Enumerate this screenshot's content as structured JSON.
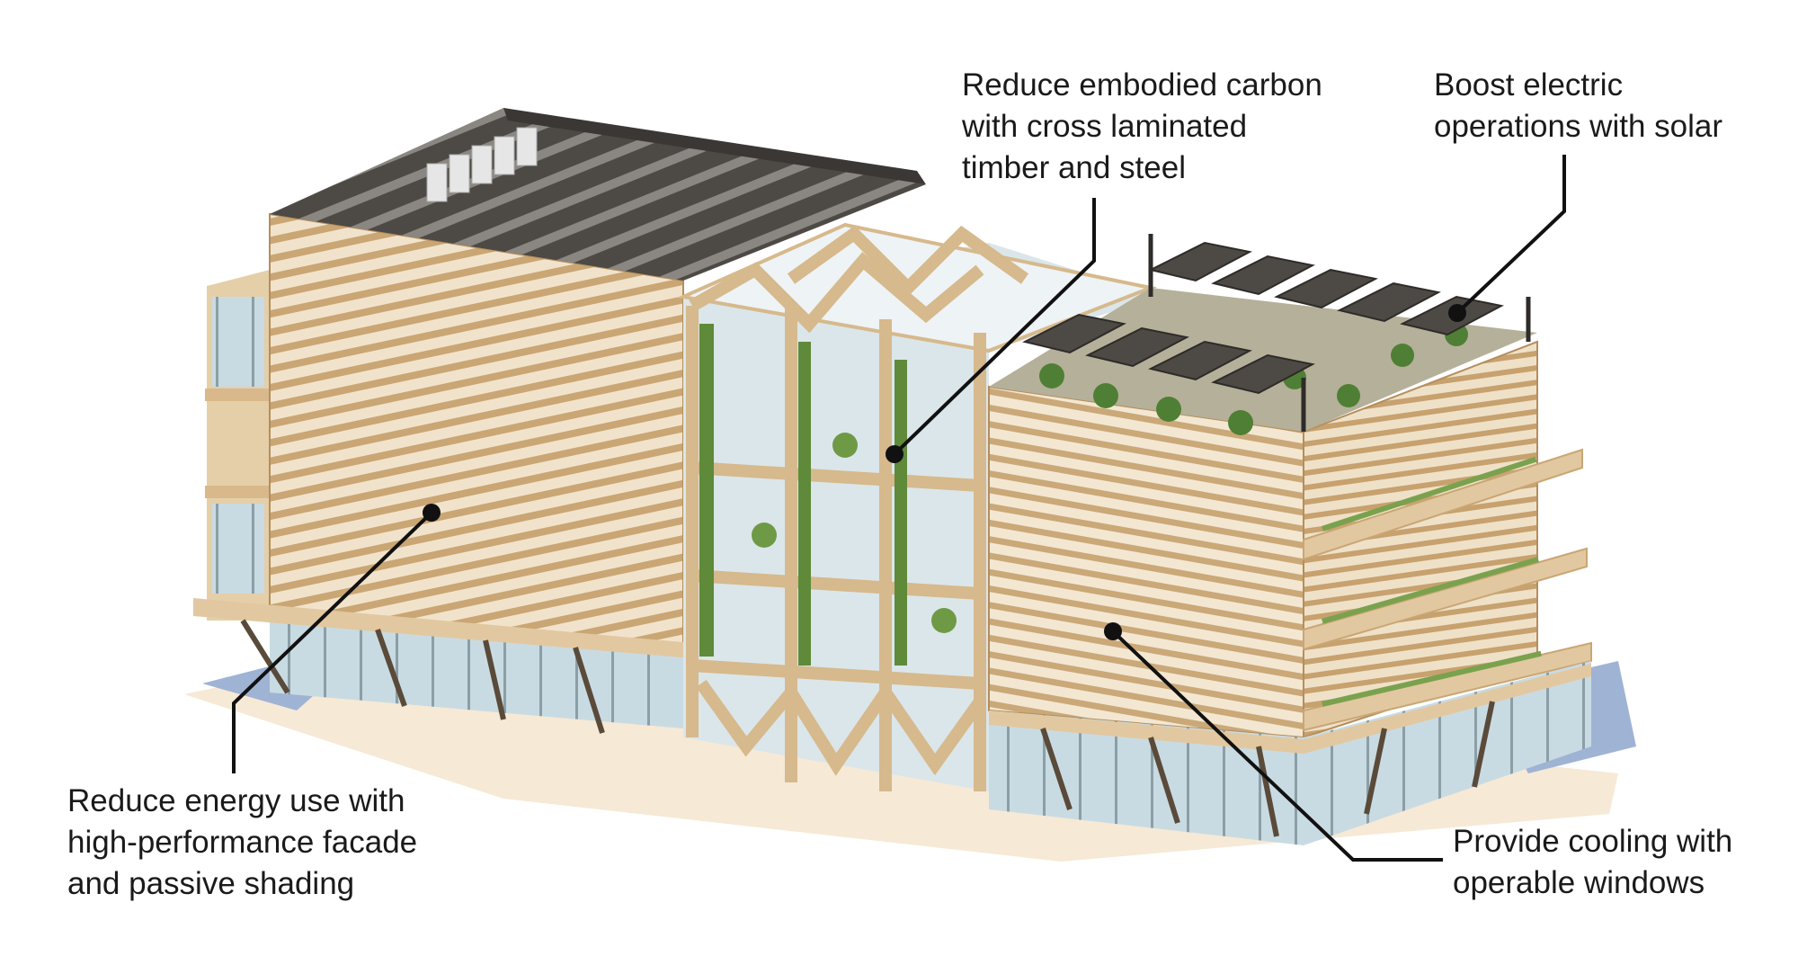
{
  "callouts": {
    "embodied_carbon": [
      "Reduce embodied carbon",
      "with cross laminated",
      "timber and steel"
    ],
    "solar": [
      "Boost electric",
      "operations with solar"
    ],
    "facade": [
      "Reduce energy use with",
      "high-performance facade",
      "and passive shading"
    ],
    "cooling": [
      "Provide cooling with",
      "operable windows"
    ]
  },
  "colors": {
    "timber": "#e2c8a0",
    "timber_dark": "#c9a674",
    "roof": "#55504b",
    "glass": "#c7d8df",
    "greenery": "#5e8a3a",
    "shadow": "#9fb3d4",
    "ground": "#f6e9d6",
    "leader": "#111111"
  }
}
